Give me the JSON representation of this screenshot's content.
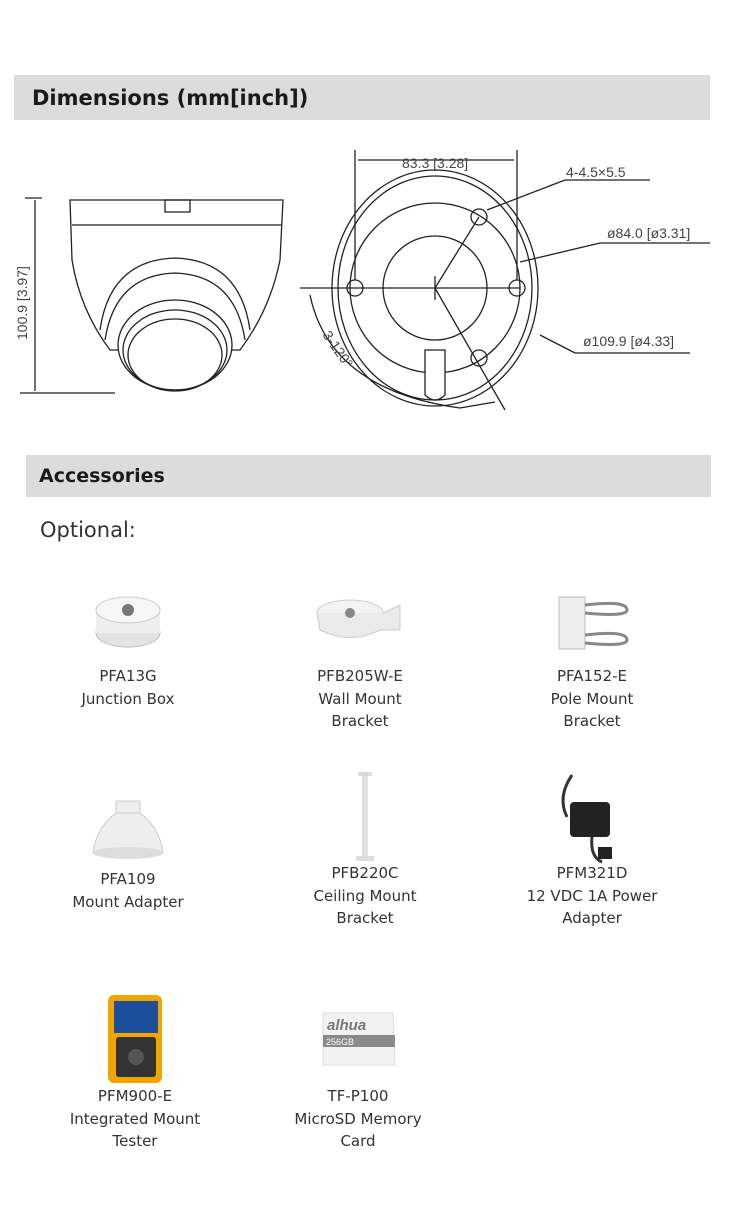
{
  "dimensions": {
    "title": "Dimensions (mm[inch])",
    "labels": {
      "height": "100.9 [3.97]",
      "width": "83.3 [3.28]",
      "holes": "4-4.5×5.5",
      "inner_diameter": "ø84.0 [ø3.31]",
      "outer_diameter": "ø109.9 [ø4.33]",
      "angle": "3-120°"
    }
  },
  "accessories": {
    "title": "Accessories",
    "subtitle": "Optional:",
    "items": [
      {
        "model": "PFA13G",
        "desc": [
          "Junction Box"
        ]
      },
      {
        "model": "PFB205W-E",
        "desc": [
          "Wall Mount",
          "Bracket"
        ]
      },
      {
        "model": "PFA152-E",
        "desc": [
          "Pole Mount",
          "Bracket"
        ]
      },
      {
        "model": "PFA109",
        "desc": [
          "Mount Adapter"
        ]
      },
      {
        "model": "PFB220C",
        "desc": [
          "Ceiling Mount",
          "Bracket"
        ]
      },
      {
        "model": "PFM321D",
        "desc": [
          "12 VDC 1A Power",
          "Adapter"
        ]
      },
      {
        "model": "PFM900-E",
        "desc": [
          "Integrated Mount",
          "Tester"
        ]
      },
      {
        "model": "TF-P100",
        "desc": [
          "MicroSD Memory",
          "Card"
        ]
      }
    ],
    "sd_logo": "alhua",
    "sd_capacity": "256GB"
  }
}
